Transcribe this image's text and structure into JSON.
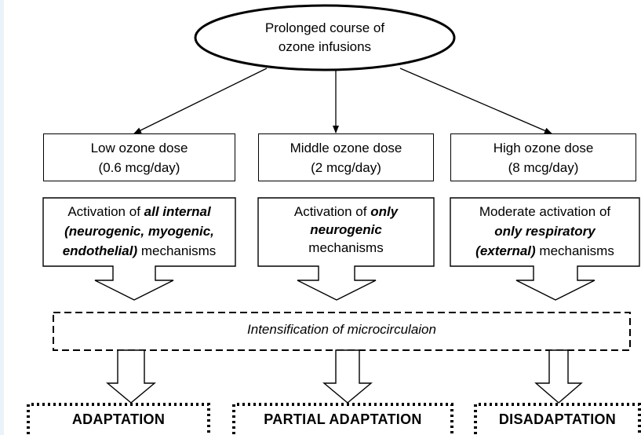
{
  "top": {
    "line1": "Prolonged course of",
    "line2": "ozone infusions"
  },
  "doses": [
    {
      "label": "Low ozone dose",
      "amount": "(0.6 mcg/day)"
    },
    {
      "label": "Middle ozone dose",
      "amount": "(2 mcg/day)"
    },
    {
      "label": "High ozone dose",
      "amount": "(8 mcg/day)"
    }
  ],
  "mechanisms": [
    {
      "l1a": "Activation of ",
      "l1b": "all internal",
      "l2": "(neurogenic, myogenic,",
      "l3a": "endothelial)",
      "l3b": " mechanisms"
    },
    {
      "l1a": "Activation of ",
      "l1b": "only",
      "l2": "neurogenic",
      "l3": "mechanisms"
    },
    {
      "l1": "Moderate activation of",
      "l2": "only respiratory",
      "l3a": "(external)",
      "l3b": " mechanisms"
    }
  ],
  "middle": {
    "text": "Intensification of microcirculaion"
  },
  "outcomes": [
    "ADAPTATION",
    "PARTIAL ADAPTATION",
    "DISADAPTATION"
  ]
}
